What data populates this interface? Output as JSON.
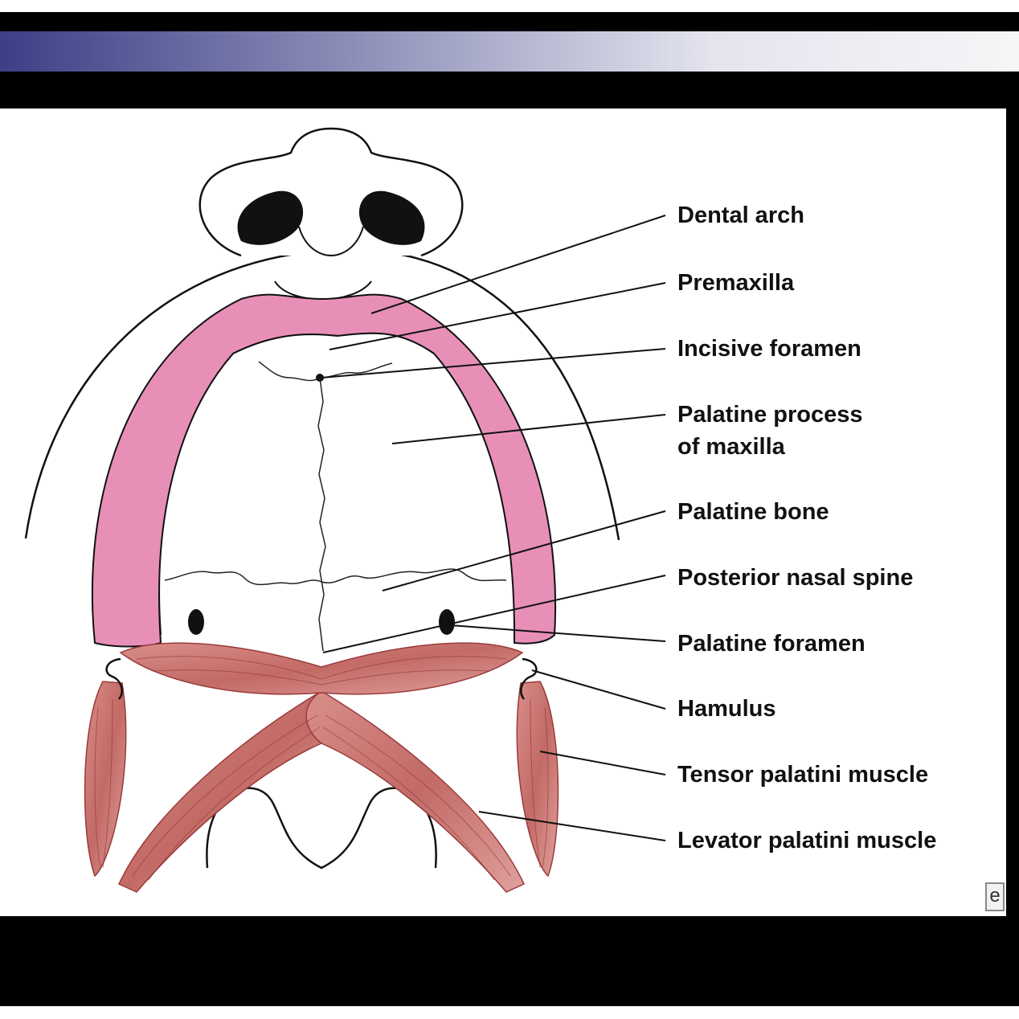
{
  "colors": {
    "background": "#ffffff",
    "frame": "#000000",
    "banner_start": "#3c3f86",
    "banner_end": "#f5f5f7",
    "dental_arch": "#e88fb8",
    "muscle": "#c96c6c",
    "muscle_dark": "#9a3a3a",
    "outline": "#111111"
  },
  "labels": {
    "dental_arch": "Dental arch",
    "premaxilla": "Premaxilla",
    "incisive_foramen": "Incisive foramen",
    "palatine_process_line1": "Palatine process",
    "palatine_process_line2": "of maxilla",
    "palatine_bone": "Palatine bone",
    "posterior_nasal_spine": "Posterior nasal spine",
    "palatine_foramen": "Palatine foramen",
    "hamulus": "Hamulus",
    "tensor_palatini": "Tensor palatini muscle",
    "levator_palatini": "Levator palatini muscle"
  },
  "icons": {
    "corner": "e-logo-icon"
  }
}
